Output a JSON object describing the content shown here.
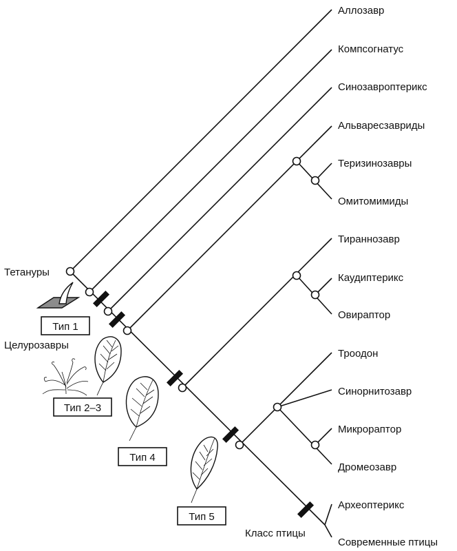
{
  "taxa": [
    "Аллозавр",
    "Компсогнатус",
    "Синозавроптерикс",
    "Альваресзавриды",
    "Теризинозавры",
    "Омитомимиды",
    "Тираннозавр",
    "Каудиптерикс",
    "Овираптор",
    "Троодон",
    "Синорнитозавр",
    "Микрораптор",
    "Дромеозавр",
    "Археоптерикс",
    "Современные птицы"
  ],
  "clade_labels": {
    "tetanurae": "Тетануры",
    "coelurosauria": "Целурозавры",
    "aves": "Класс птицы"
  },
  "feather_types": {
    "t1": "Тип 1",
    "t23": "Тип 2–3",
    "t4": "Тип 4",
    "t5": "Тип 5"
  },
  "colors": {
    "ink": "#111111",
    "paper": "#ffffff",
    "skin": "#8c8c8c"
  }
}
